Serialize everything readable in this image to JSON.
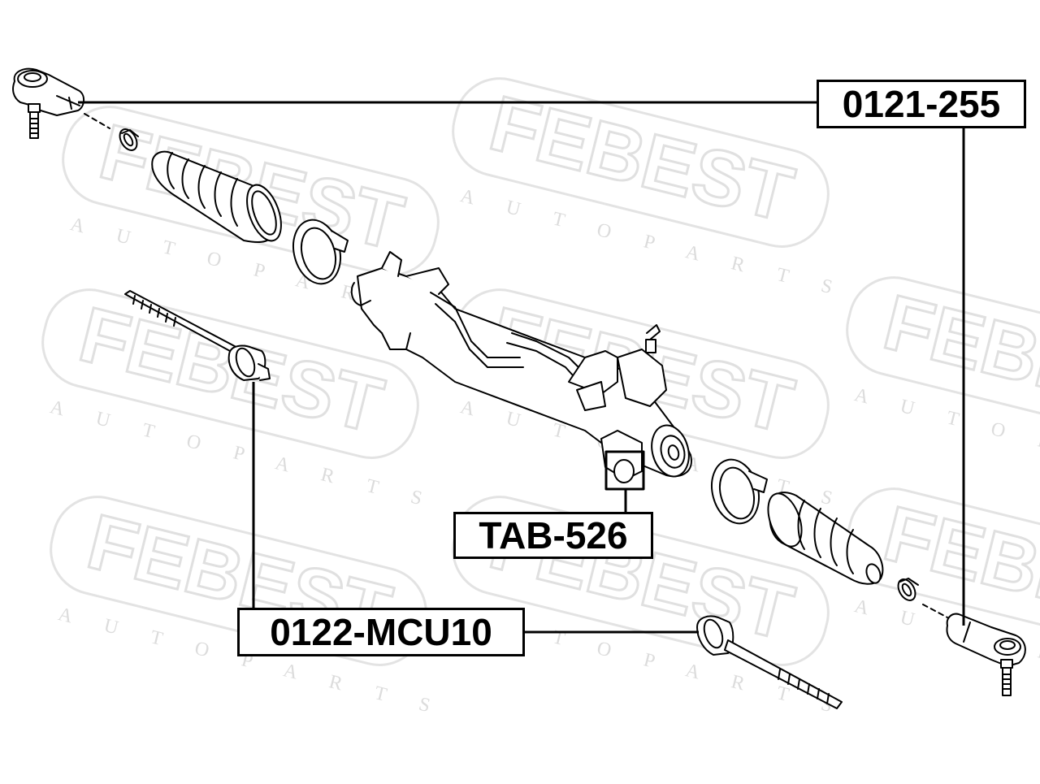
{
  "watermark": {
    "brand": "FEBEST",
    "tagline": "A U T O   P A R T S"
  },
  "callouts": {
    "tie_rod_end": "0121-255",
    "rack_bushing": "TAB-526",
    "inner_tie_rod": "0122-MCU10"
  },
  "colors": {
    "line": "#000000",
    "watermark": "#e6e6e6",
    "background": "#ffffff"
  }
}
